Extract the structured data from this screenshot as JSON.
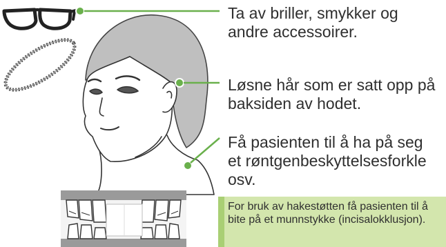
{
  "instructions": {
    "remove_accessories": "Ta av briller, smykker og andre accessoirer.",
    "loosen_hair": "Løsne hår som er satt opp på baksiden av hodet.",
    "protective_apron": "Få pasienten til å ha på seg et røntgenbeskyttelsesforkle osv."
  },
  "note": {
    "bite_block": "For bruk av hakestøtten få pasienten til å bite på et munnstykke (incisalokklusjon)."
  },
  "colors": {
    "accent_green": "#6ab04c",
    "note_background": "#d3e6ad",
    "note_bar": "#a9cf74",
    "text": "#2f2f2f"
  },
  "icons": [
    "eyeglasses-icon",
    "necklace-icon",
    "patient-head-icon",
    "teeth-bite-icon"
  ]
}
